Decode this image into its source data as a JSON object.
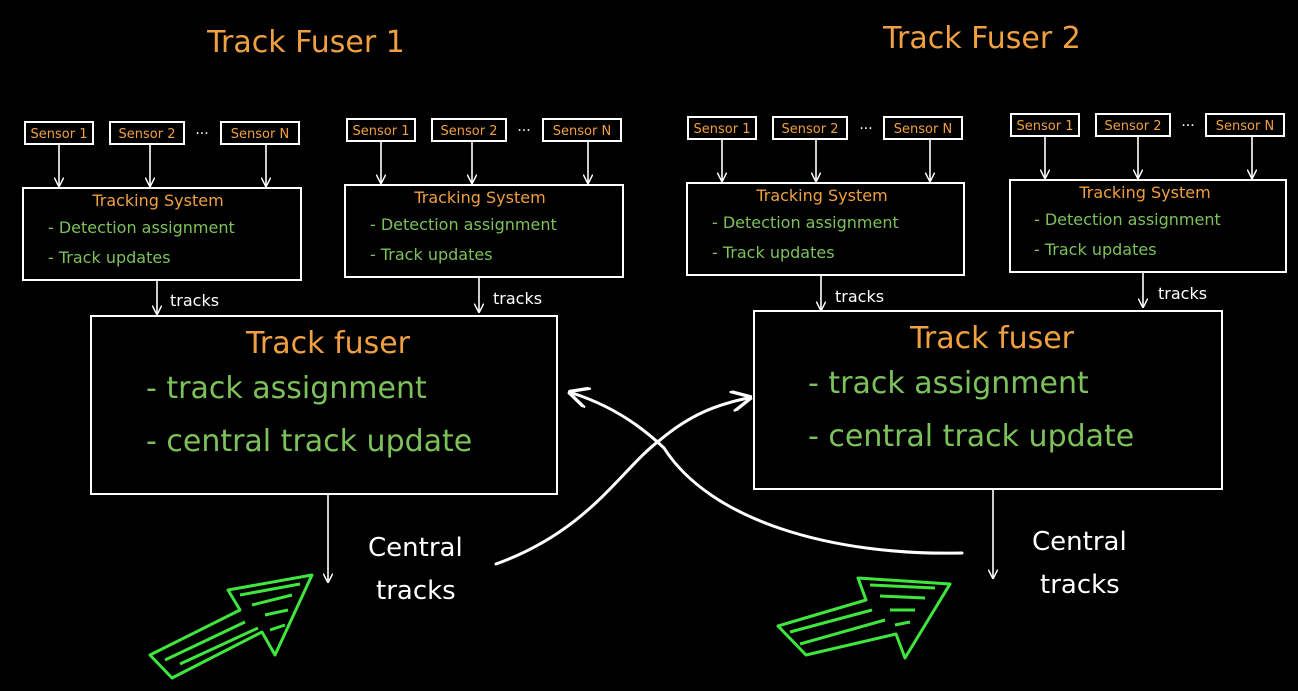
{
  "fusers": [
    {
      "title": "Track Fuser 1",
      "systems": [
        {
          "sensors": [
            "Sensor 1",
            "Sensor 2",
            "Sensor N"
          ],
          "ellipsis": "···",
          "title": "Tracking System",
          "items": [
            "- Detection assignment",
            "- Track updates"
          ],
          "output": "tracks"
        },
        {
          "sensors": [
            "Sensor 1",
            "Sensor 2",
            "Sensor N"
          ],
          "ellipsis": "···",
          "title": "Tracking System",
          "items": [
            "- Detection assignment",
            "- Track updates"
          ],
          "output": "tracks"
        }
      ],
      "fuser": {
        "title": "Track fuser",
        "items": [
          "- track assignment",
          "- central track update"
        ]
      },
      "output": [
        "Central",
        "tracks"
      ]
    },
    {
      "title": "Track Fuser 2",
      "systems": [
        {
          "sensors": [
            "Sensor 1",
            "Sensor 2",
            "Sensor N"
          ],
          "ellipsis": "···",
          "title": "Tracking System",
          "items": [
            "- Detection assignment",
            "- Track updates"
          ],
          "output": "tracks"
        },
        {
          "sensors": [
            "Sensor 1",
            "Sensor 2",
            "Sensor N"
          ],
          "ellipsis": "···",
          "title": "Tracking System",
          "items": [
            "- Detection assignment",
            "- Track updates"
          ],
          "output": "tracks"
        }
      ],
      "fuser": {
        "title": "Track fuser",
        "items": [
          "- track assignment",
          "- central track update"
        ]
      },
      "output": [
        "Central",
        "tracks"
      ]
    }
  ],
  "colors": {
    "background": "#000000",
    "orange": "#f0a040",
    "green": "#7cc15a",
    "white": "#ffffff",
    "highlight_arrow": "#3ee63e"
  }
}
